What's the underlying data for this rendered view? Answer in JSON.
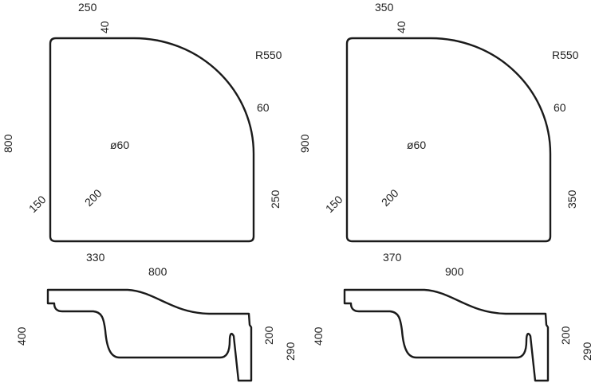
{
  "drawings": [
    {
      "top_width_left": "250",
      "rim": "40",
      "radius": "R550",
      "rim_side": "60",
      "drain": "ø60",
      "depth_total": "800",
      "corner": "150",
      "seat": "200",
      "right_h": "250",
      "drain_x": "330",
      "width_total": "800",
      "height_side": "400",
      "inner_depth": "200",
      "leg_depth": "290"
    },
    {
      "top_width_left": "350",
      "rim": "40",
      "radius": "R550",
      "rim_side": "60",
      "drain": "ø60",
      "depth_total": "900",
      "corner": "150",
      "seat": "200",
      "right_h": "350",
      "drain_x": "370",
      "width_total": "900",
      "height_side": "400",
      "inner_depth": "200",
      "leg_depth": "290"
    }
  ]
}
